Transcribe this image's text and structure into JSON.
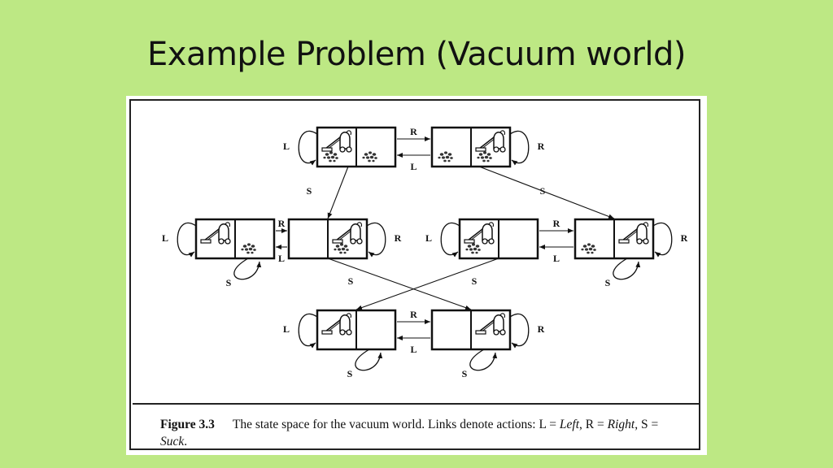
{
  "slide": {
    "title": "Example Problem (Vacuum world)"
  },
  "figure": {
    "caption": {
      "number": "Figure 3.3",
      "text_1": "The state space for the vacuum world.  Links denote actions: L = ",
      "left": "Left",
      "text_2": ", R = ",
      "right": "Right",
      "text_3": ", S = ",
      "suck": "Suck",
      "text_4": "."
    },
    "actions": {
      "left": "L",
      "right": "R",
      "suck": "S"
    }
  },
  "diagram": {
    "states": [
      {
        "id": 1,
        "vacuum": "left",
        "dirt": [
          "left",
          "right"
        ]
      },
      {
        "id": 2,
        "vacuum": "right",
        "dirt": [
          "left",
          "right"
        ]
      },
      {
        "id": 3,
        "vacuum": "left",
        "dirt": [
          "right"
        ]
      },
      {
        "id": 4,
        "vacuum": "right",
        "dirt": [
          "right"
        ]
      },
      {
        "id": 5,
        "vacuum": "left",
        "dirt": [
          "left"
        ]
      },
      {
        "id": 6,
        "vacuum": "right",
        "dirt": [
          "left"
        ]
      },
      {
        "id": 7,
        "vacuum": "left",
        "dirt": []
      },
      {
        "id": 8,
        "vacuum": "right",
        "dirt": []
      }
    ],
    "transitions": [
      {
        "from": 1,
        "to": 2,
        "action": "R"
      },
      {
        "from": 2,
        "to": 1,
        "action": "L"
      },
      {
        "from": 1,
        "to": 1,
        "action": "L"
      },
      {
        "from": 2,
        "to": 2,
        "action": "R"
      },
      {
        "from": 1,
        "to": 4,
        "action": "S"
      },
      {
        "from": 2,
        "to": 6,
        "action": "S"
      },
      {
        "from": 3,
        "to": 4,
        "action": "R"
      },
      {
        "from": 4,
        "to": 3,
        "action": "L"
      },
      {
        "from": 3,
        "to": 3,
        "action": "L"
      },
      {
        "from": 4,
        "to": 4,
        "action": "R"
      },
      {
        "from": 3,
        "to": 3,
        "action": "S"
      },
      {
        "from": 4,
        "to": 8,
        "action": "S"
      },
      {
        "from": 5,
        "to": 6,
        "action": "R"
      },
      {
        "from": 6,
        "to": 5,
        "action": "L"
      },
      {
        "from": 5,
        "to": 5,
        "action": "L"
      },
      {
        "from": 6,
        "to": 6,
        "action": "R"
      },
      {
        "from": 5,
        "to": 7,
        "action": "S"
      },
      {
        "from": 6,
        "to": 6,
        "action": "S"
      },
      {
        "from": 7,
        "to": 8,
        "action": "R"
      },
      {
        "from": 8,
        "to": 7,
        "action": "L"
      },
      {
        "from": 7,
        "to": 7,
        "action": "L"
      },
      {
        "from": 8,
        "to": 8,
        "action": "R"
      },
      {
        "from": 7,
        "to": 7,
        "action": "S"
      },
      {
        "from": 8,
        "to": 8,
        "action": "S"
      }
    ]
  }
}
